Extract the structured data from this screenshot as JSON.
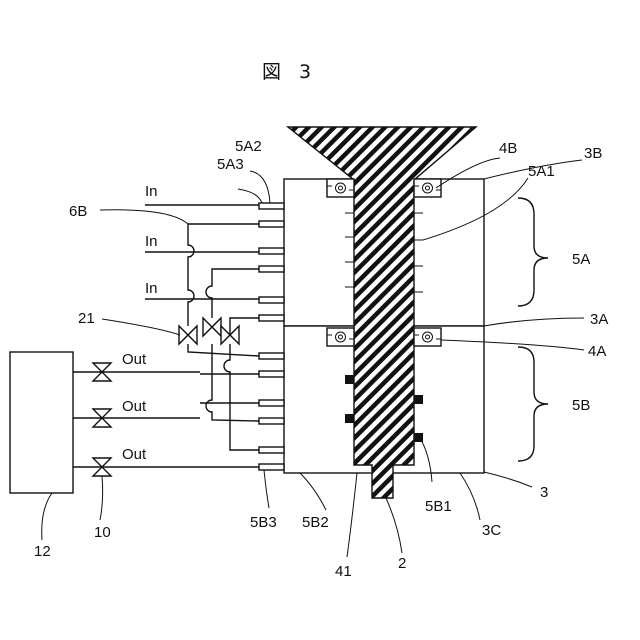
{
  "figure": {
    "title": "図 3",
    "labels": {
      "l_5A2": "5A2",
      "l_5A3": "5A3",
      "l_4B": "4B",
      "l_3B": "3B",
      "l_5A1": "5A1",
      "l_6B": "6B",
      "l_in1": "In",
      "l_in2": "In",
      "l_in3": "In",
      "l_5A": "5A",
      "l_21": "21",
      "l_3A": "3A",
      "l_4A": "4A",
      "l_out1": "Out",
      "l_out2": "Out",
      "l_out3": "Out",
      "l_5B": "5B",
      "l_5B1": "5B1",
      "l_3": "3",
      "l_5B3": "5B3",
      "l_5B2": "5B2",
      "l_3C": "3C",
      "l_12": "12",
      "l_10": "10",
      "l_41": "41",
      "l_2": "2"
    }
  }
}
